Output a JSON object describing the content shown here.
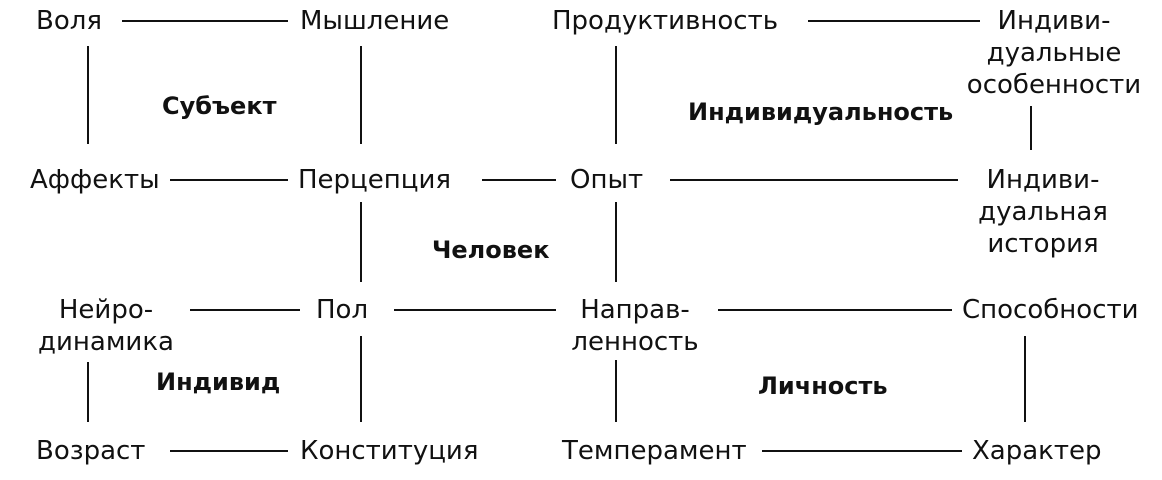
{
  "nodes": {
    "volya": "Воля",
    "myshlenie": "Мышление",
    "produktivnost": "Продуктивность",
    "individ_osob_1": "Индиви-",
    "individ_osob_2": "дуальные",
    "individ_osob_3": "особенности",
    "affekty": "Аффекты",
    "percepciya": "Перцепция",
    "opyt": "Опыт",
    "individ_ist_1": "Индиви-",
    "individ_ist_2": "дуальная",
    "individ_ist_3": "история",
    "neiro_1": "Нейро-",
    "neiro_2": "динамика",
    "pol": "Пол",
    "naprav_1": "Направ-",
    "naprav_2": "ленность",
    "sposobnosti": "Способности",
    "vozrast": "Возраст",
    "konstituciya": "Конституция",
    "temperament": "Темперамент",
    "harakter": "Характер"
  },
  "regions": {
    "subekt": "Субъект",
    "individualnost": "Индивидуальность",
    "chelovek": "Человек",
    "individ": "Индивид",
    "lichnost": "Личность"
  }
}
